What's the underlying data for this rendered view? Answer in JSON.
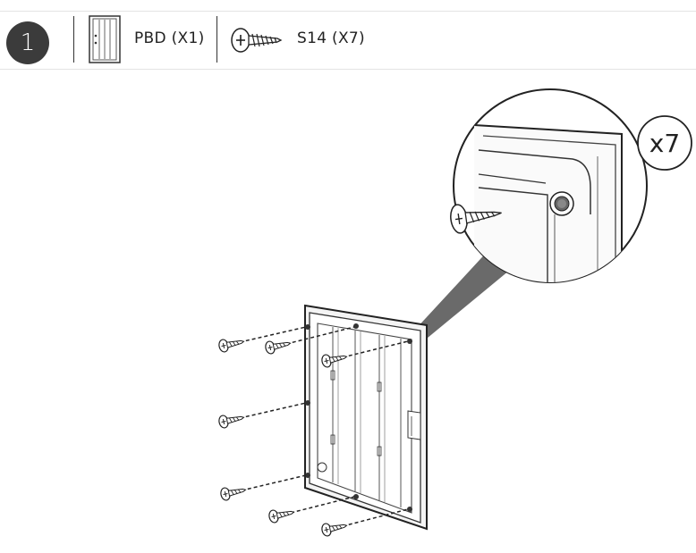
{
  "step": {
    "number": "1"
  },
  "parts": [
    {
      "icon": "panel-icon",
      "label": "PBD (X1)"
    },
    {
      "icon": "screw-icon",
      "label": "S14 (X7)"
    }
  ],
  "illustration": {
    "quantity_callout": "x7",
    "description_icons": [
      "panel-back-icon",
      "screw-icon",
      "detail-zoom-icon"
    ]
  }
}
